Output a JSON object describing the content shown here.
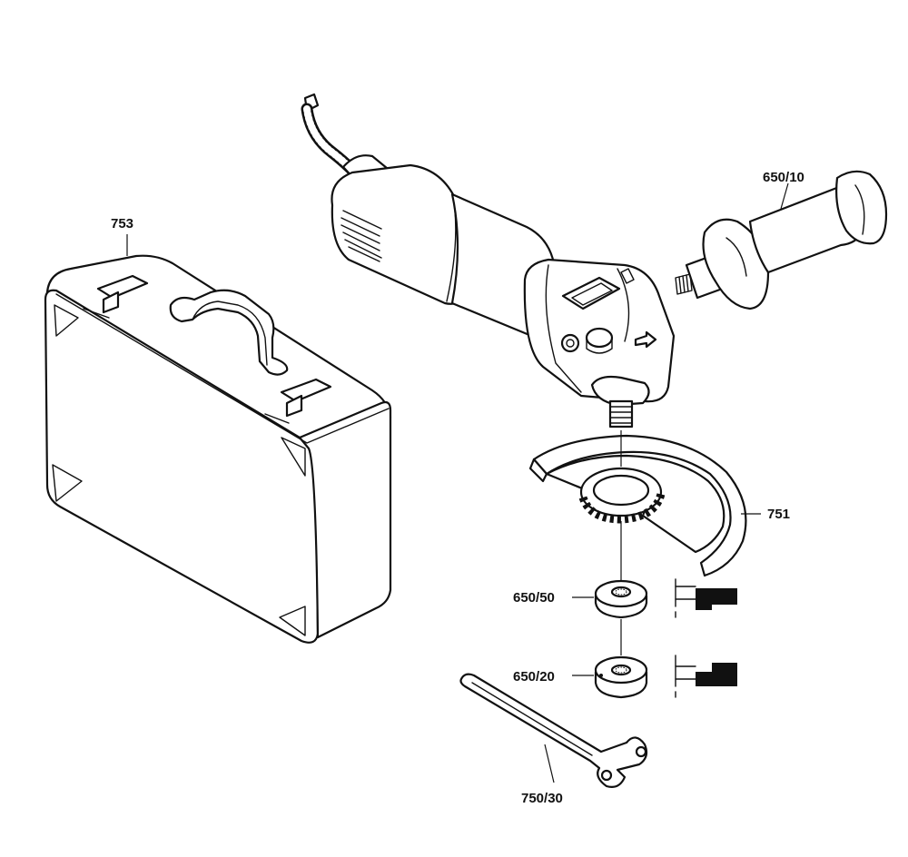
{
  "labels": {
    "case": "753",
    "side_handle": "650/10",
    "guard": "751",
    "inner_flange": "650/50",
    "clamping_nut": "650/20",
    "spanner": "750/30"
  }
}
